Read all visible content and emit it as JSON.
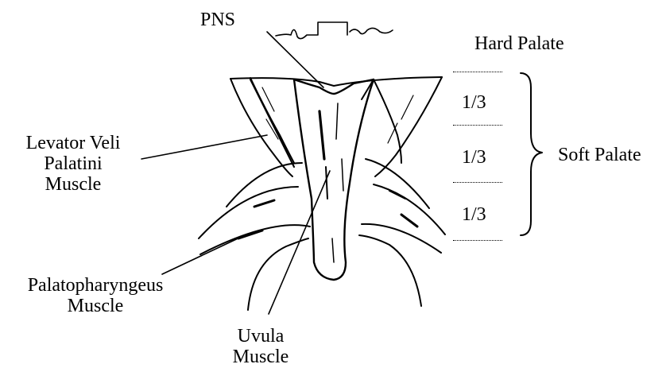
{
  "labels": {
    "pns": "PNS",
    "hard_palate": "Hard Palate",
    "soft_palate": "Soft Palate",
    "levator": [
      "Levator Veli",
      "Palatini",
      "Muscle"
    ],
    "palatopharyngeus": [
      "Palatopharyngeus",
      "Muscle"
    ],
    "uvula": [
      "Uvula",
      "Muscle"
    ]
  },
  "divisions": [
    "1/3",
    "1/3",
    "1/3"
  ],
  "colors": {
    "ink": "#000000",
    "background": "#ffffff"
  }
}
